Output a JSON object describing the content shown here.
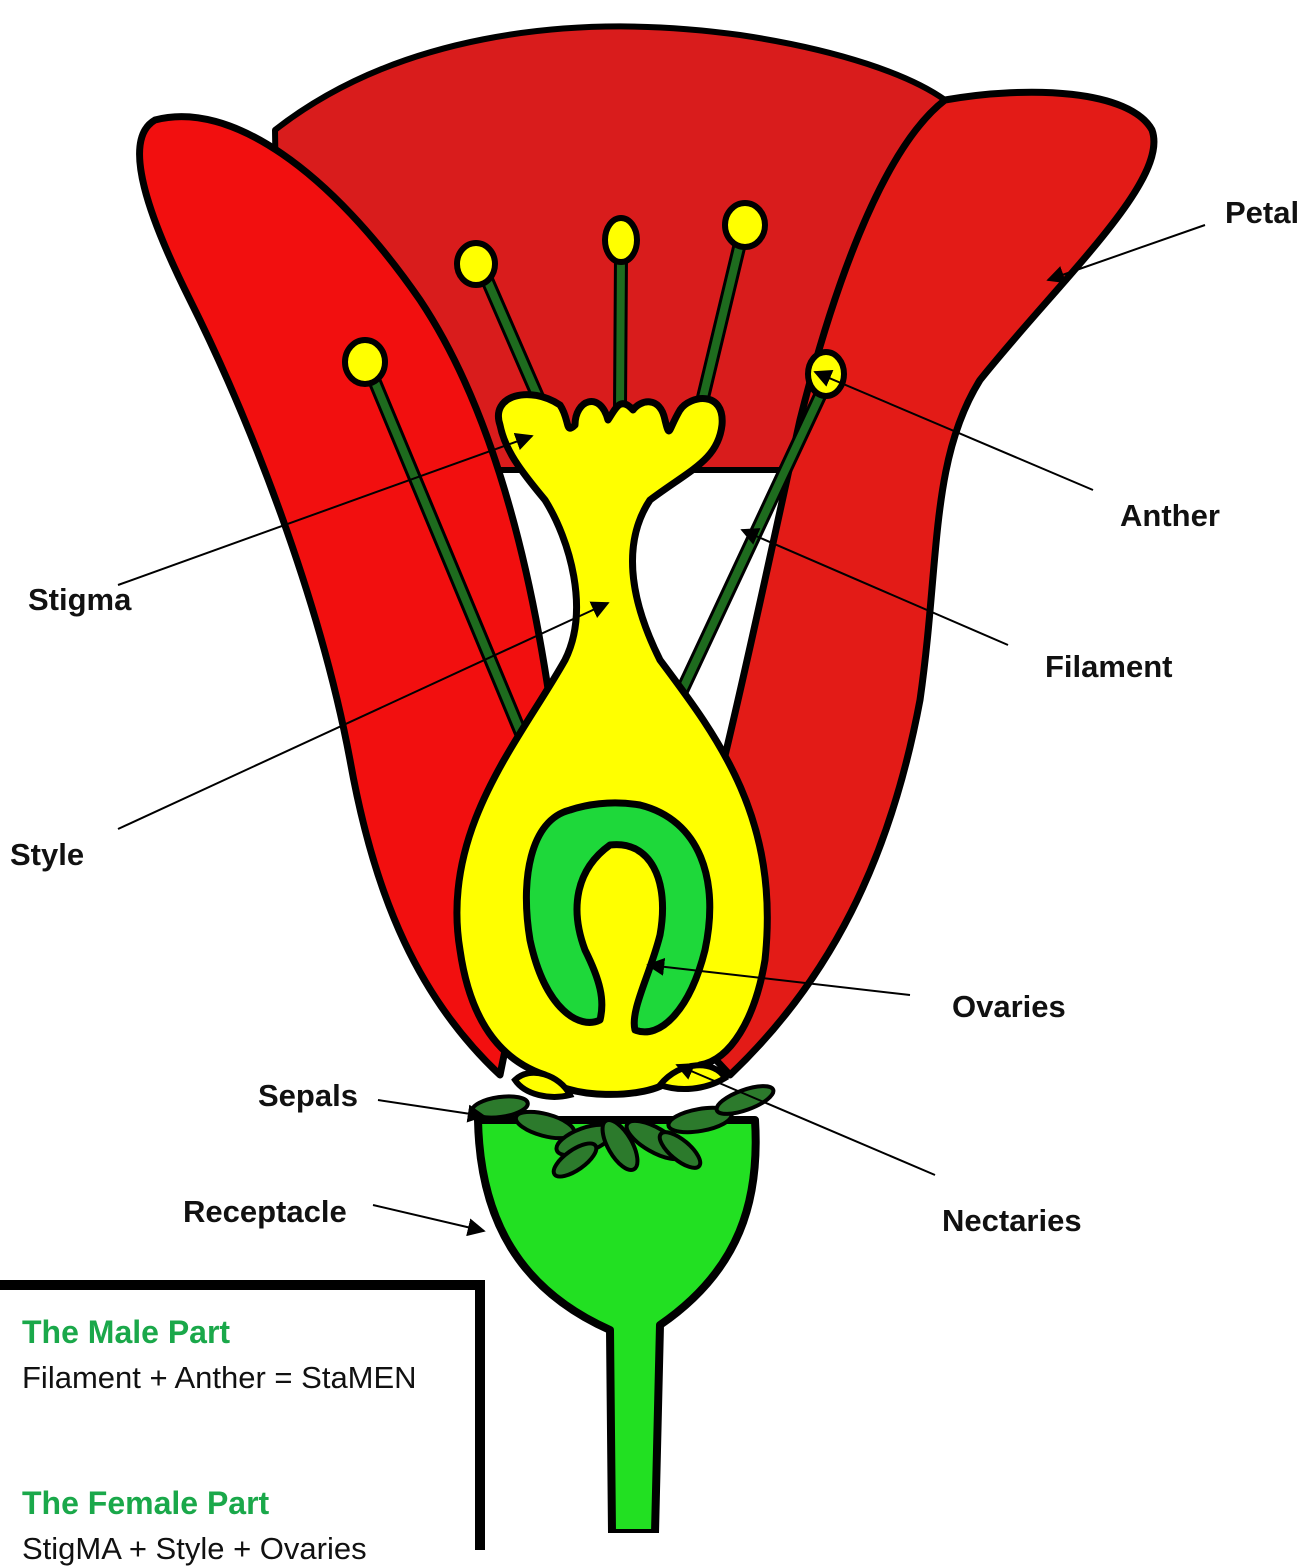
{
  "labels": {
    "petal": "Petal",
    "anther": "Anther",
    "stigma": "Stigma",
    "filament": "Filament",
    "style": "Style",
    "ovaries": "Ovaries",
    "sepals": "Sepals",
    "nectaries": "Nectaries",
    "receptacle": "Receptacle"
  },
  "legend": {
    "male_title": "The Male Part",
    "male_text": "Filament + Anther = StaMEN",
    "female_title": "The Female Part",
    "female_text": "StigMA + Style + Ovaries"
  },
  "colors": {
    "petal": "#e31b17",
    "pistil": "#ffff00",
    "ovary": "#1ed83a",
    "filament": "#1e6b1e",
    "receptacle": "#22e022",
    "legend_title": "#1aa84a",
    "outline": "#000000"
  }
}
